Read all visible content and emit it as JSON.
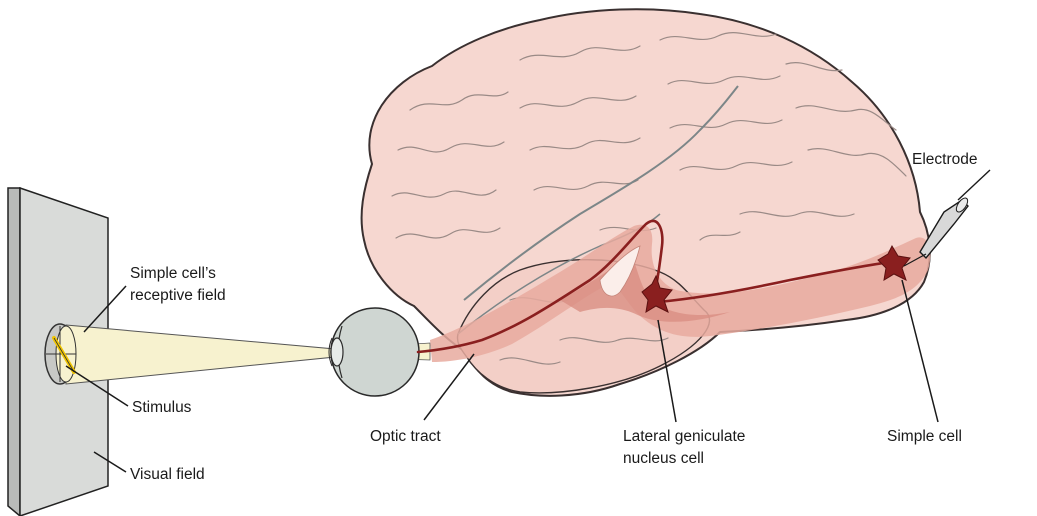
{
  "labels": {
    "receptive_field_line1": "Simple cell’s",
    "receptive_field_line2": "receptive field",
    "stimulus": "Stimulus",
    "visual_field": "Visual field",
    "optic_tract": "Optic tract",
    "lgn_line1": "Lateral geniculate",
    "lgn_line2": "nucleus cell",
    "simple_cell": "Simple cell",
    "electrode": "Electrode"
  },
  "colors": {
    "brain_fill": "#f6d7d0",
    "brain_stroke": "#3a3030",
    "gyri_stroke": "#9a8a86",
    "pathway_band": "#e7aa9f",
    "pathway_inner": "#d98e83",
    "neuron": "#8a1f1f",
    "visual_field_panel": "#d9dbd9",
    "light_cone": "#f7f2cf",
    "stimulus_bar": "#f0c400",
    "electrode_body": "#d8d8d8"
  }
}
